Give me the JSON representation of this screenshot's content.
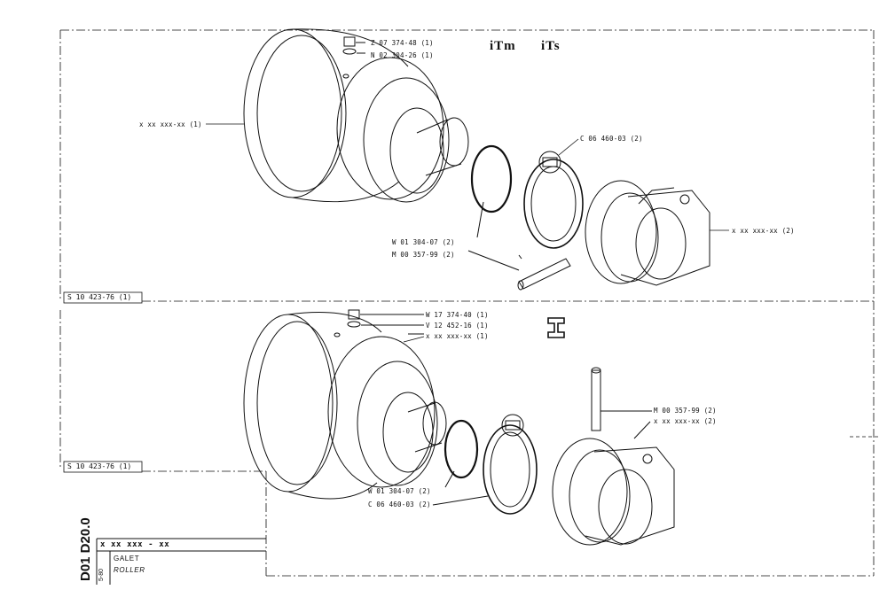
{
  "sheet": {
    "labels_top": {
      "screw": "Z 07 374-48 (1)",
      "washer": "N 02 304-26 (1)",
      "roller_body": "x xx xxx-xx (1)",
      "circlip": "C 06 460-03 (2)",
      "oring": "W 01 304-07 (2)",
      "pin": "M 00 357-99 (2)",
      "bracket": "x xx xxx-xx (2)"
    },
    "labels_bottom": {
      "screw": "W 17 374-40 (1)",
      "washer": "V 12 452-16 (1)",
      "roller_body": "x xx xxx-xx (1)",
      "pin": "M 00 357-99 (2)",
      "bracket": "x xx xxx-xx (2)",
      "oring": "W 01 304-07 (2)",
      "circlip": "C 06 460-03 (2)"
    },
    "section_refs": [
      "S 10 423-76 (1)",
      "S 10 423-76 (1)"
    ],
    "model_logos": [
      "iTm",
      "iTs"
    ],
    "title_block": {
      "doc_code": "D01 D20.0",
      "date": "5-80",
      "part_number": "x xx  xxx - xx",
      "name_fr": "GALET",
      "name_en": "ROLLER"
    }
  }
}
